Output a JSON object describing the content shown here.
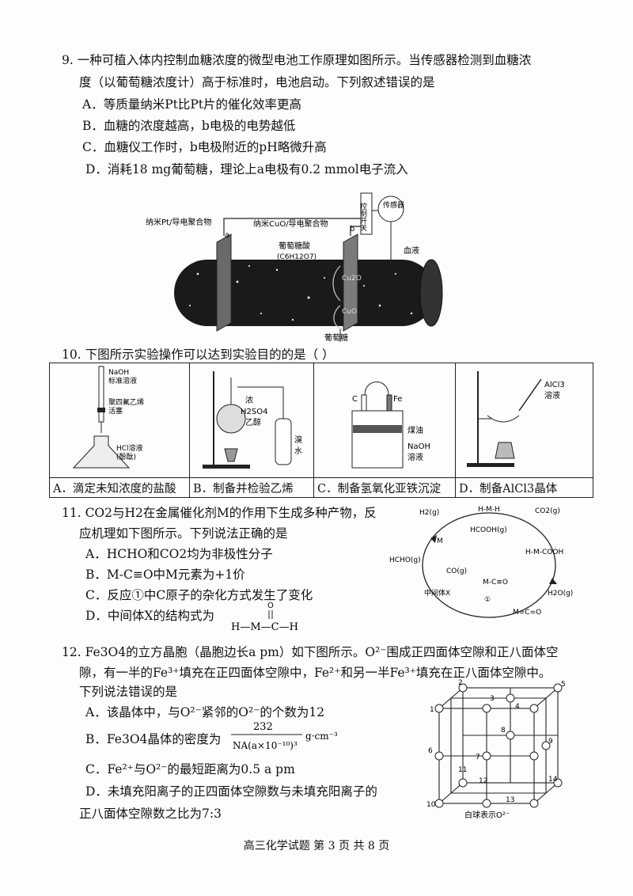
{
  "q9": {
    "stem_l1": "9.   一种可植入体内控制血糖浓度的微型电池工作原理如图所示。当传感器检测到血糖浓",
    "stem_l2": "度（以葡萄糖浓度计）高于标准时，电池启动。下列叙述错误的是",
    "options": [
      "A．等质量纳米Pt比Pt片的催化效率更高",
      "B．血糖的浓度越高，b电极的电势越低",
      "C．血糖仪工作时，b电极附近的pH略微升高",
      "D．消耗18 mg葡萄糖，理论上a电极有0.2 mmol电子流入"
    ],
    "figure": {
      "left_electrode": "纳米Pt/导电聚合物",
      "label_a": "a",
      "right_electrode": "纳米CuO/导电聚合物",
      "label_b": "b",
      "switch": "控制开关",
      "sensor": "传感器",
      "gluconic_acid": "葡萄糖酸",
      "gluconic_formula": "(C6H12O7)",
      "blood": "血液",
      "glucose": "葡萄糖",
      "cu2o_top": "Cu2O",
      "cuo_bottom": "CuO"
    }
  },
  "q10": {
    "stem": "10.  下图所示实验操作可以达到实验目的的是（    ）",
    "captions": [
      "A．滴定未知浓度的盐酸",
      "B．制备并检验乙烯",
      "C．制备氢氧化亚铁沉淀",
      "D．制备AlCl3晶体"
    ],
    "panel_a": {
      "naoh": "NaOH",
      "std": "标准溶液",
      "ptfe": "聚四氟乙烯",
      "valve": "活塞",
      "hcl": "HCl溶液",
      "phen": "(酚酞)"
    },
    "panel_b": {
      "conc": "浓",
      "h2so4": "H2SO4",
      "ethanol": "乙醇",
      "bromine": "溴",
      "water": "水"
    },
    "panel_c": {
      "c": "C",
      "fe": "Fe",
      "kerosene": "煤油",
      "naoh": "NaOH",
      "soln": "溶液"
    },
    "panel_d": {
      "alcl3": "AlCl3",
      "soln": "溶液"
    }
  },
  "q11": {
    "stem_l1": "11.  CO2与H2在金属催化剂M的作用下生成多种产物，反",
    "stem_l2": "应机理如下图所示。下列说法正确的是",
    "options": [
      "A．HCHO和CO2均为非极性分子",
      "B．M-C≡O中M元素为+1价",
      "C．反应①中C原子的杂化方式发生了变化",
      "D．中间体X的结构式为"
    ],
    "struct": {
      "o": "O",
      "main": "H—M—C—H"
    },
    "cycle": {
      "h2": "H2(g)",
      "hmh": "H-M-H",
      "co2": "CO2(g)",
      "hcooh": "HCOOH(g)",
      "m": "M",
      "hmcooh": "H-M-COOH",
      "hcho": "HCHO(g)",
      "co": "CO(g)",
      "mco": "M-C≡O",
      "x": "中间体X",
      "h2o": "H2O(g)",
      "mceo": "M=C=O",
      "step": "①"
    }
  },
  "q12": {
    "stem_l1": "12.  Fe3O4的立方晶胞（晶胞边长a pm）如下图所示。O²⁻围成正四面体空隙和正八面体空",
    "stem_l2": "隙，有一半的Fe³⁺填充在正四面体空隙中，Fe²⁺和另一半Fe³⁺填充在正八面体空隙中。",
    "stem_l3": "下列说法错误的是",
    "options": [
      "A．该晶体中，与O²⁻紧邻的O²⁻的个数为12",
      "B．Fe3O4晶体的密度为",
      "C．Fe²⁺与O²⁻的最短距离为0.5 a pm",
      "D．未填充阳离子的正四面体空隙数与未填充阳离子的"
    ],
    "option_d_l2": "正八面体空隙数之比为7:3",
    "density": {
      "num": "232",
      "den": "NA(a×10⁻¹⁰)³",
      "unit": "g·cm⁻³"
    },
    "caption": "白球表示O²⁻",
    "nums": [
      "1",
      "2",
      "3",
      "4",
      "5",
      "6",
      "7",
      "8",
      "9",
      "10",
      "11",
      "12",
      "13",
      "14"
    ]
  },
  "footer": "高三化学试题  第 3 页  共 8 页"
}
